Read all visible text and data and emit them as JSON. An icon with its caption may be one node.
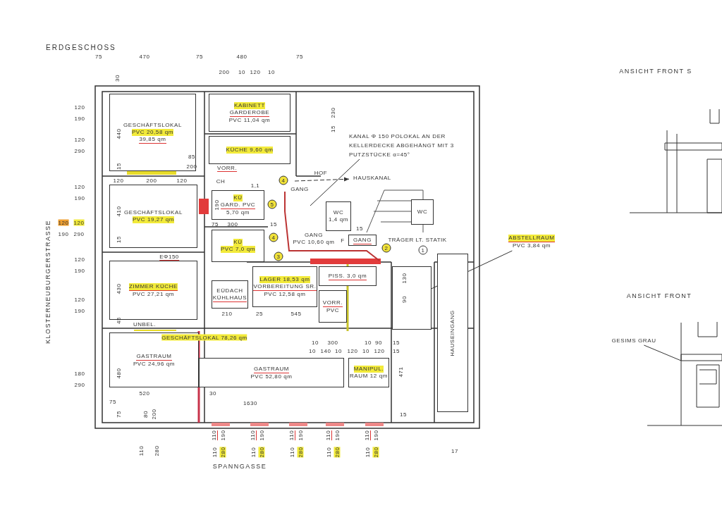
{
  "diagram": {
    "title": "ERDGESCHOSS",
    "nodes": [
      {
        "text": [
          "GESCHÄFTSLOKAL",
          "PVC 20,58 qm",
          "39,85 qm"
        ]
      },
      {
        "text": [
          "KABINETT",
          "GARDEROBE",
          "PVC 11,04 qm"
        ]
      },
      {
        "text": [
          "KÜCHE 9,60 qm"
        ]
      },
      {
        "text": [
          "GESCHÄFTSLOKAL",
          "PVC 19,27 qm"
        ]
      },
      {
        "text": [
          "KÜ",
          "GARD. PVC",
          "5,70 qm"
        ]
      },
      {
        "text": [
          "KÜ",
          "PVC 7,0 qm"
        ]
      },
      {
        "text": [
          "ZIMMER KÜCHE",
          "PVC 27,21 qm"
        ]
      },
      {
        "text": [
          "EÜDACH",
          "KÜHLHAUS"
        ]
      },
      {
        "text": [
          "LAGER 18,53 qm",
          "VORBEREITUNG SR.",
          "PVC 12,58 qm"
        ]
      },
      {
        "text": [
          "GANG",
          "PVC 10,60 qm"
        ]
      },
      {
        "text": [
          "WC",
          "1,4 qm"
        ]
      },
      {
        "text": [
          "WC"
        ]
      },
      {
        "text": [
          "GANG"
        ]
      },
      {
        "text": [
          "PISS. 3,0 qm"
        ]
      },
      {
        "text": [
          "VORR.",
          "PVC"
        ]
      },
      {
        "text": [
          "GASTRAUM",
          "PVC 24,96 qm"
        ]
      },
      {
        "text": [
          "GASTRAUM",
          "PVC 52,80 qm"
        ]
      },
      {
        "text": [
          "MANIPUL.",
          "RAUM 12 qm"
        ]
      },
      {
        "text": [
          "HAUSEINGANG"
        ]
      },
      {
        "text": [
          "ABSTELLRAUM",
          "PVC 3,84 qm"
        ]
      },
      {
        "text": [],
        "shape": "box"
      },
      {
        "text": [
          "KANAL Φ 150 POLOKAL AN DER KELLERDECKE ABGEHÄNGT MIT 3 PUTZSTÜCKE α=45°"
        ]
      },
      {
        "text": [
          "HAUSKANAL"
        ]
      },
      {
        "text": [
          "GESIMS GRAU"
        ]
      }
    ],
    "edges": [
      {
        "from": 19,
        "to": 20,
        "arrow": "none"
      },
      {
        "from": 21,
        "to": null,
        "arrow": "none"
      },
      {
        "from": null,
        "to": 22,
        "arrow": "to",
        "style": "dashed"
      },
      {
        "from": 23,
        "to": null,
        "arrow": "none"
      }
    ],
    "labels": [
      "75",
      "470",
      "75",
      "480",
      "75",
      "200",
      "10",
      "120",
      "10",
      "30",
      "120",
      "190",
      "120",
      "290",
      "440",
      "15",
      "120",
      "200",
      "120",
      "120",
      "190",
      "410",
      "15",
      "120",
      "120",
      "190",
      "290",
      "120",
      "190",
      "430",
      "120",
      "190",
      "45",
      "KLOSTERNEUBURGERSTRASSE",
      "UNBEL.",
      "EΦ150",
      "CH",
      "1,1",
      "85",
      "200",
      "VORR.",
      "GANG",
      "HOF",
      "230",
      "15",
      "190",
      "75",
      "300",
      "15",
      "F",
      "15",
      "TRÄGER LT. STATIK",
      "4",
      "5",
      "4",
      "3",
      "2",
      "1",
      "130",
      "90",
      "210",
      "25",
      "545",
      "GESCHÄFTSLOKAL 78,26 qm",
      "10",
      "300",
      "10",
      "90",
      "15",
      "10",
      "140",
      "10",
      "120",
      "10",
      "120",
      "15",
      "471",
      "180",
      "290",
      "480",
      "520",
      "30",
      "75",
      "1630",
      "75",
      "80",
      "200",
      "15",
      "110",
      "280",
      "110",
      "190",
      "110",
      "280",
      "110",
      "190",
      "110",
      "280",
      "110",
      "190",
      "110",
      "280",
      "110",
      "190",
      "110",
      "280",
      "110",
      "190",
      "110",
      "280",
      "SPANNGASSE",
      "17",
      "ANSICHT FRONT S",
      "ANSICHT FRONT"
    ]
  }
}
